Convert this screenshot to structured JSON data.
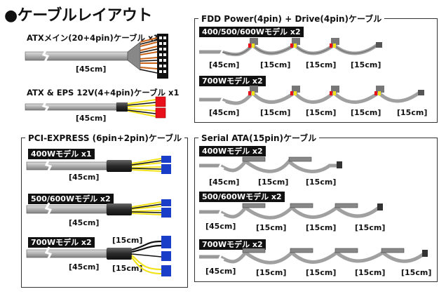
{
  "title": "●ケーブルレイアウト",
  "atx_main": {
    "label": "ATXメイン(20+4pin)ケーブル x1",
    "length": "[45cm]"
  },
  "atx_eps": {
    "label": "ATX & EPS 12V(4+4pin)ケーブル x1",
    "length": "[45cm]"
  },
  "pcie": {
    "title": "PCI-EXPRESS (6pin+2pin)ケーブル",
    "m400": {
      "badge": "400Wモデル x1",
      "length": "[45cm]"
    },
    "m500": {
      "badge": "500/600Wモデル x2",
      "length": "[45cm]"
    },
    "m700": {
      "badge": "700Wモデル x2",
      "length": "[45cm]",
      "seg1": "[15cm]",
      "seg2": "[15cm]"
    }
  },
  "fdd": {
    "title": "FDD Power(4pin) + Drive(4pin)ケーブル",
    "r1": {
      "badge": "400/500/600Wモデル x2",
      "main": "[45cm]",
      "segs": [
        "[15cm]",
        "[15cm]",
        "[15cm]"
      ]
    },
    "r2": {
      "badge": "700Wモデル x2",
      "main": "[45cm]",
      "segs": [
        "[15cm]",
        "[15cm]",
        "[15cm]",
        "[15cm]"
      ]
    }
  },
  "sata": {
    "title": "Serial ATA(15pin)ケーブル",
    "r1": {
      "badge": "400Wモデル x2",
      "main": "[45cm]",
      "segs": [
        "[15cm]",
        "[15cm]"
      ]
    },
    "r2": {
      "badge": "500/600Wモデル x2",
      "main": "[45cm]",
      "segs": [
        "[15cm]",
        "[15cm]",
        "[15cm]"
      ]
    },
    "r3": {
      "badge": "700Wモデル x2",
      "main": "[45cm]",
      "segs": [
        "[15cm]",
        "[15cm]",
        "[15cm]",
        "[15cm]"
      ]
    }
  },
  "colors": {
    "cable": "#b8b8b8",
    "sleeve": "#333333",
    "wire_yellow": "#f2e21a",
    "connector_red": "#e8101a",
    "connector_blue": "#1a3ec8",
    "sata_connector": "#888888",
    "fdd_connector": "#777777"
  }
}
